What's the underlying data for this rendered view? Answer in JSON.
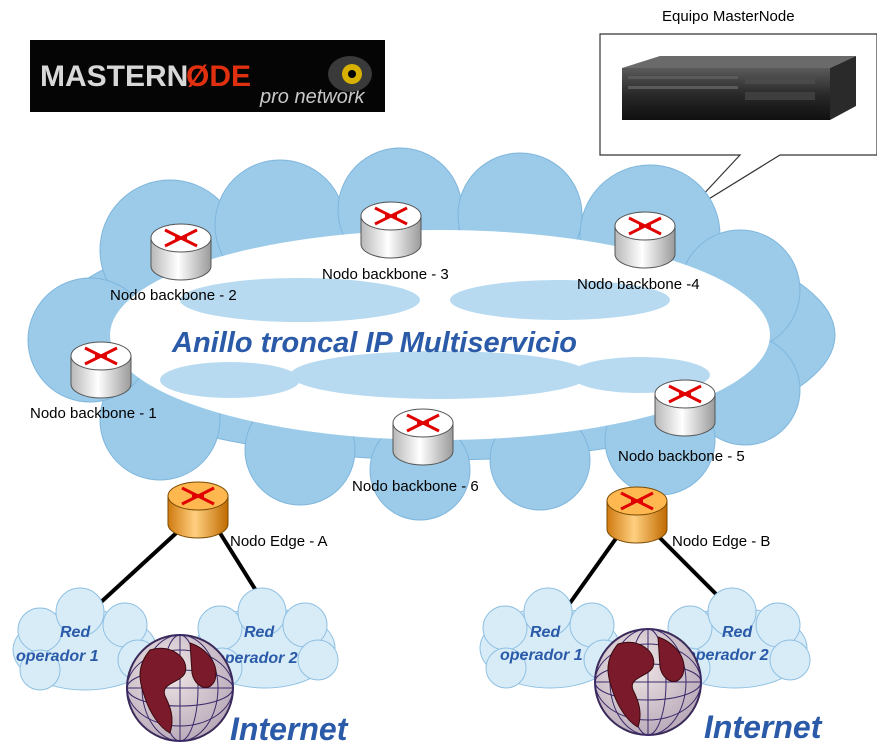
{
  "logo": {
    "text_a": "MASTERN",
    "text_b": "ØDE",
    "tagline": "pro network"
  },
  "server": {
    "title": "Equipo MasterNode"
  },
  "backbone": {
    "title": "Anillo troncal IP Multiservicio"
  },
  "nodes": {
    "n1": "Nodo backbone - 1",
    "n2": "Nodo backbone - 2",
    "n3": "Nodo backbone - 3",
    "n4": "Nodo backbone -4",
    "n5": "Nodo backbone - 5",
    "n6": "Nodo backbone - 6",
    "edgeA": "Nodo Edge - A",
    "edgeB": "Nodo Edge - B"
  },
  "left_net": {
    "cloud1_l1": "Red",
    "cloud1_l2": "operador 1",
    "cloud2_l1": "Red",
    "cloud2_l2": "operador 2",
    "internet": "Internet"
  },
  "right_net": {
    "cloud1_l1": "Red",
    "cloud1_l2": "operador 1",
    "cloud2_l1": "Red",
    "cloud2_l2": "operador 2",
    "internet": "Internet"
  },
  "colors": {
    "cloud": "#9ccbea",
    "title": "#2a5aa8",
    "router_core": "#ffffff",
    "router_edge": "#f0a030",
    "arrows": "#e00000"
  }
}
